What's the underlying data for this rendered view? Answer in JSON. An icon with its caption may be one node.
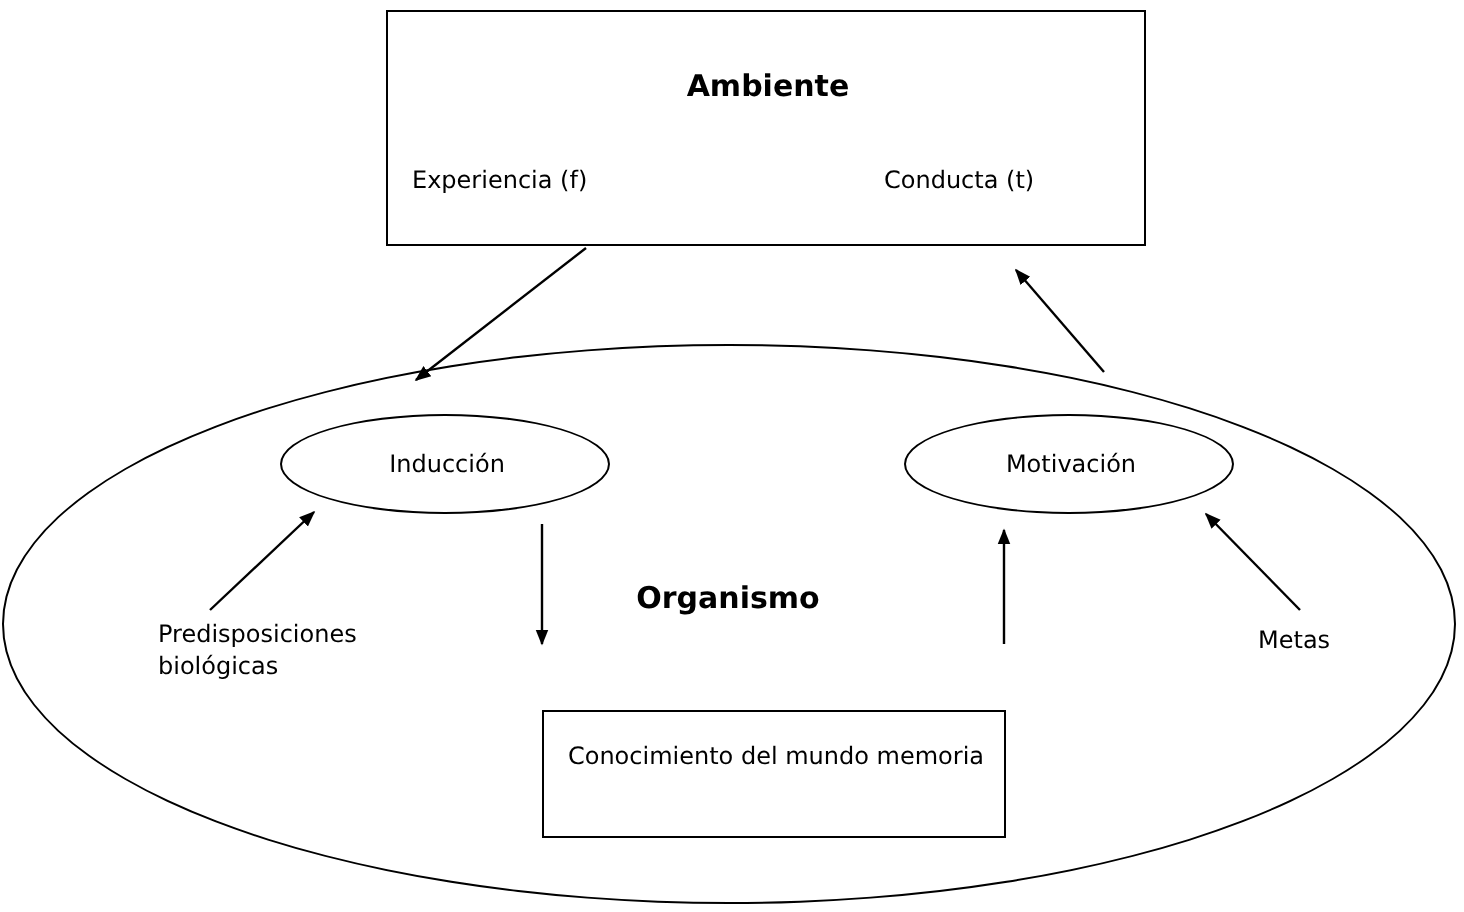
{
  "diagram": {
    "nodes": [
      {
        "text": [
          "Ambiente",
          "Experiencia (f)",
          "Conducta (t)"
        ]
      },
      {
        "text": [
          "Organismo"
        ]
      },
      {
        "text": [
          "Inducción"
        ],
        "in": 1
      },
      {
        "text": [
          "Motivación"
        ],
        "in": 1
      },
      {
        "text": [
          "Predisposiciones biológicas"
        ],
        "in": 1
      },
      {
        "text": [
          "Metas"
        ],
        "in": 1
      },
      {
        "text": [
          "Conocimiento del mundo memoria"
        ],
        "in": 1
      }
    ],
    "edges": [
      {
        "from": 0,
        "to": 2,
        "arrow": "to"
      },
      {
        "from": 3,
        "to": 0,
        "arrow": "to"
      },
      {
        "from": 4,
        "to": 2,
        "arrow": "to"
      },
      {
        "from": 5,
        "to": 3,
        "arrow": "to"
      },
      {
        "from": 2,
        "to": 6,
        "arrow": "to"
      },
      {
        "from": 6,
        "to": 3,
        "arrow": "to"
      }
    ]
  }
}
